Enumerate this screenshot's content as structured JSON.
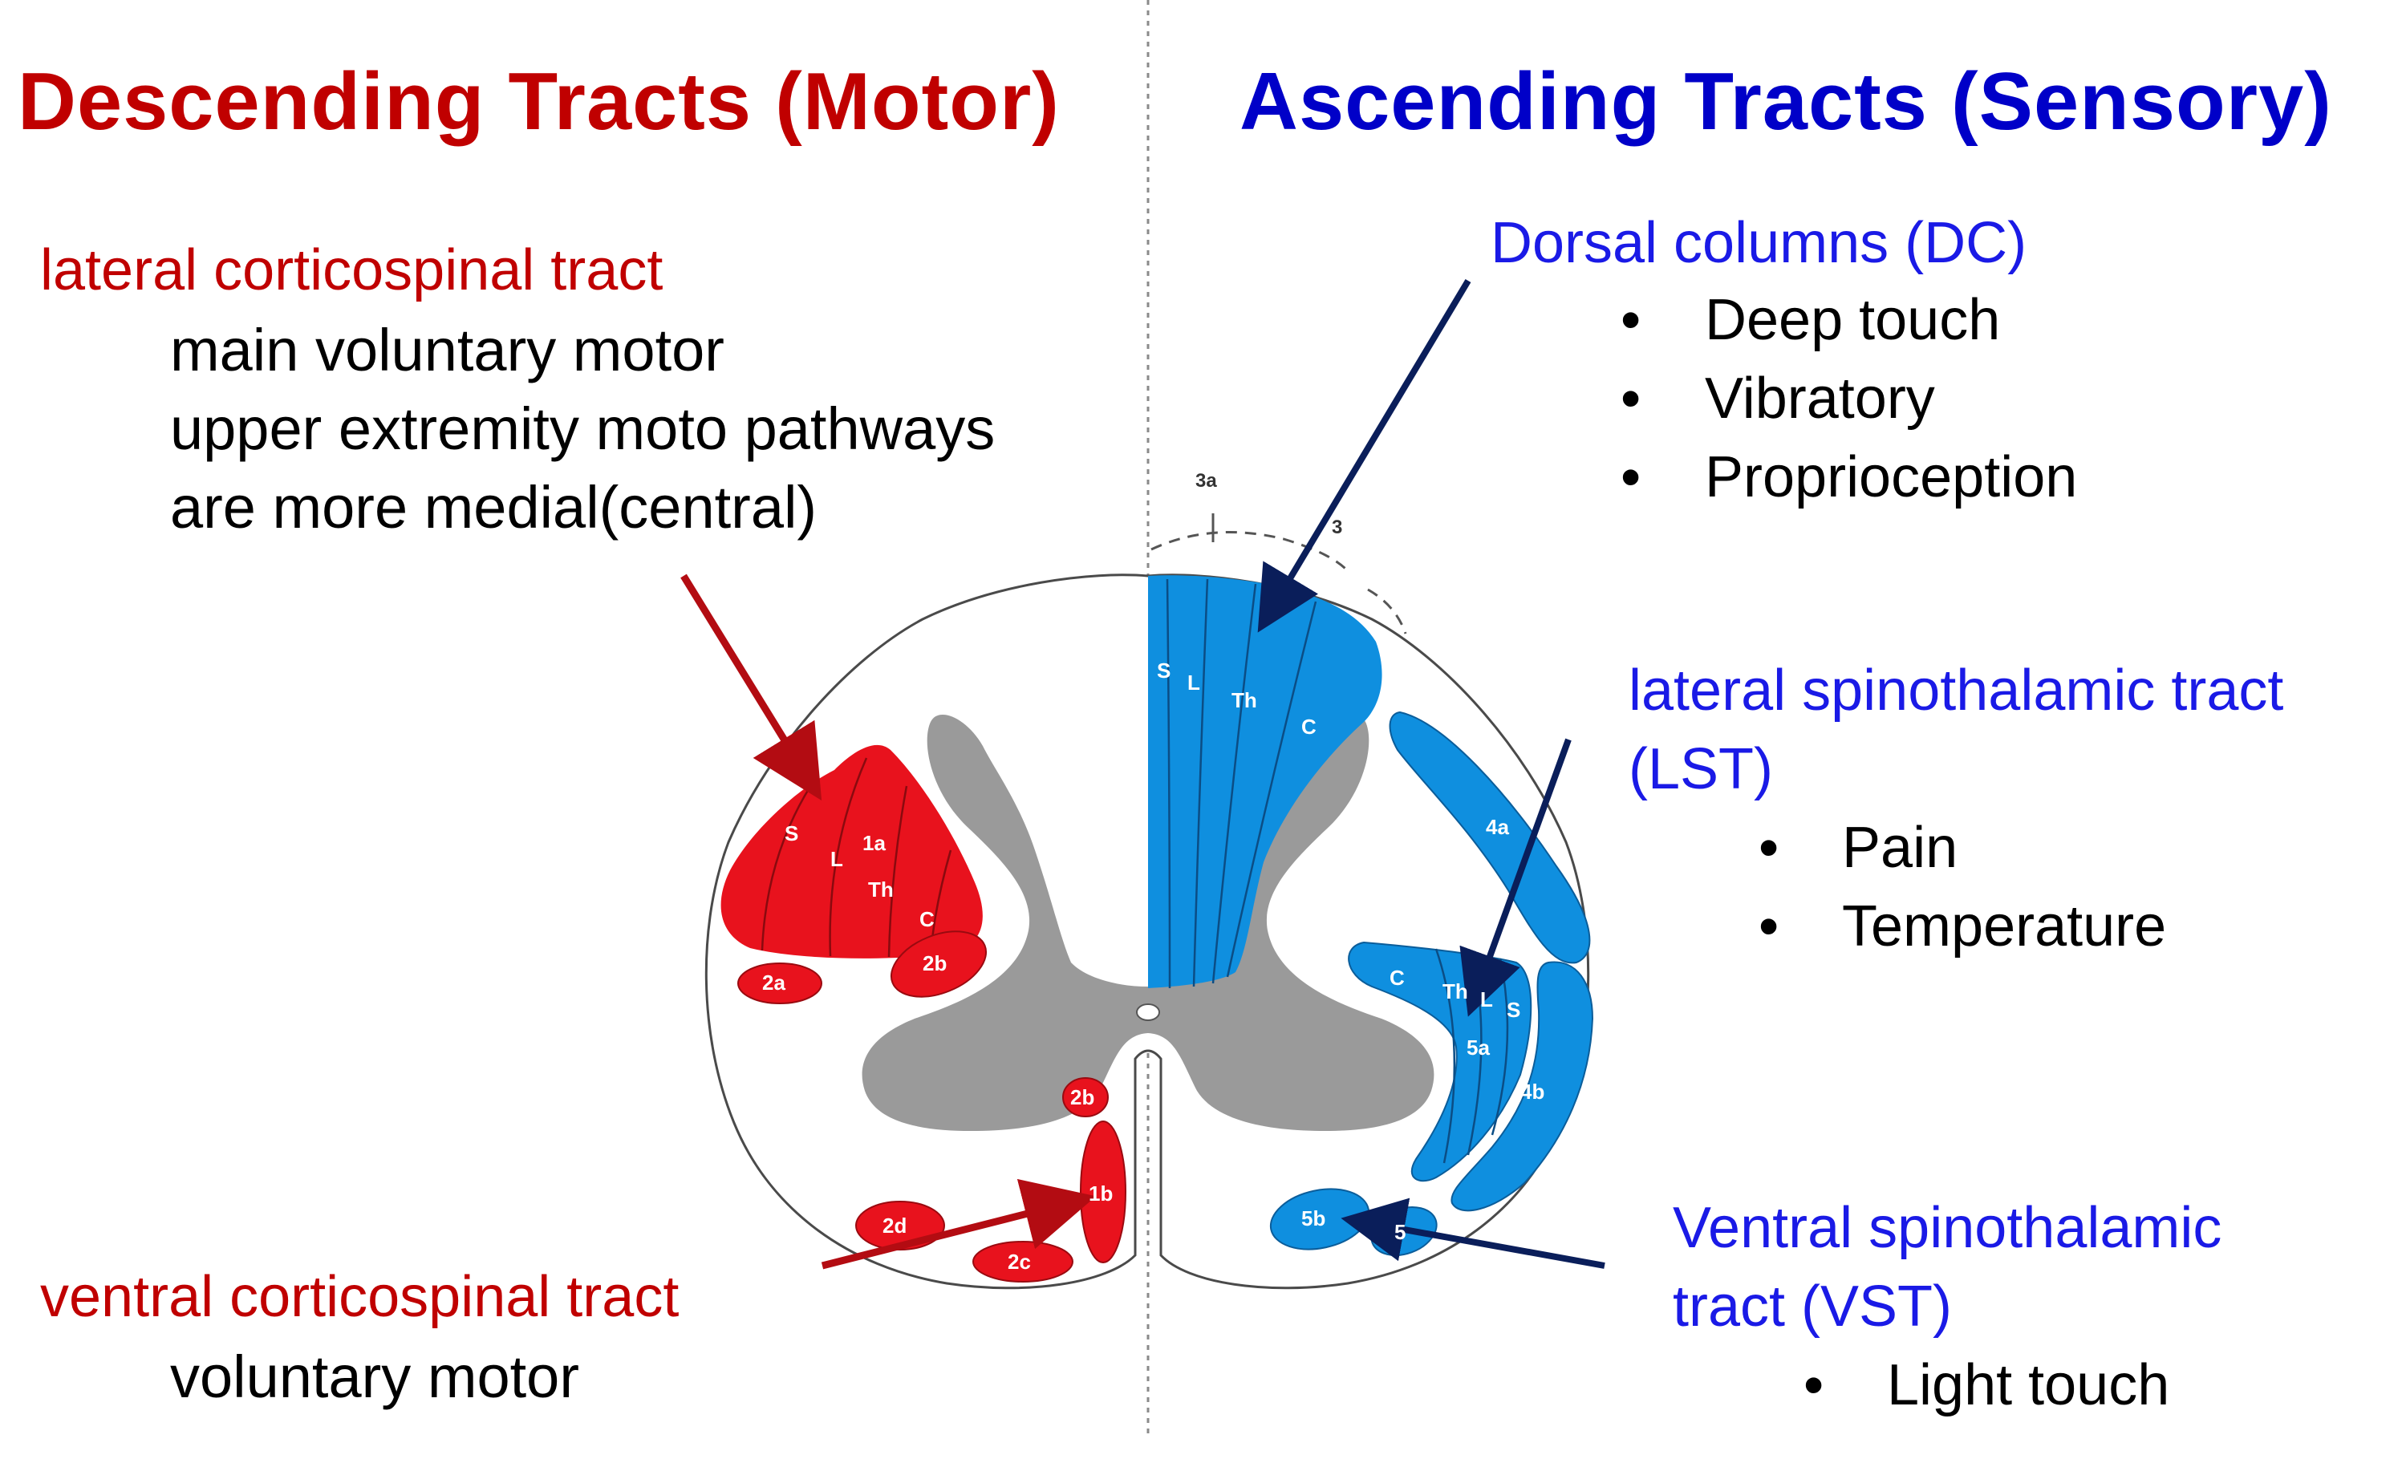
{
  "left": {
    "title": "Descending Tracts (Motor)",
    "lateral": {
      "heading": "lateral corticospinal tract",
      "lines": [
        "main voluntary motor",
        "upper extremity moto pathways",
        "are more medial(central)"
      ]
    },
    "ventral": {
      "heading": "ventral corticospinal tract",
      "lines": [
        "voluntary motor"
      ]
    }
  },
  "right": {
    "title": "Ascending Tracts (Sensory)",
    "dc": {
      "heading": "Dorsal columns (DC)",
      "bullets": [
        "Deep touch",
        "Vibratory",
        "Proprioception"
      ]
    },
    "lst": {
      "heading_line1": "lateral spinothalamic tract",
      "heading_line2": "(LST)",
      "bullets": [
        "Pain",
        "Temperature"
      ]
    },
    "vst": {
      "heading_line1": "Ventral spinothalamic",
      "heading_line2": "tract (VST)",
      "bullets": [
        "Light touch"
      ]
    }
  },
  "diagram_labels": {
    "lcst_segments": [
      "S",
      "L",
      "1a",
      "Th",
      "C"
    ],
    "left_regions": [
      "2a",
      "2b",
      "2b",
      "1b",
      "2d",
      "2c"
    ],
    "dc_segments": [
      "S",
      "L",
      "Th",
      "C"
    ],
    "dc_top_label": "3a",
    "dc_side_label": "3",
    "right_regions": [
      "4a",
      "4b",
      "5a",
      "5b",
      "5"
    ],
    "lst_segments": [
      "C",
      "Th",
      "L",
      "S"
    ]
  },
  "colors": {
    "descending": "#c00000",
    "ascending": "#0000c8",
    "motor_tract_fill": "#e8121d",
    "sensory_tract_fill": "#0f8fdf",
    "gray_matter": "#9a9a9a",
    "arrow_red": "#b30c12",
    "arrow_navy": "#0a1e5a"
  }
}
